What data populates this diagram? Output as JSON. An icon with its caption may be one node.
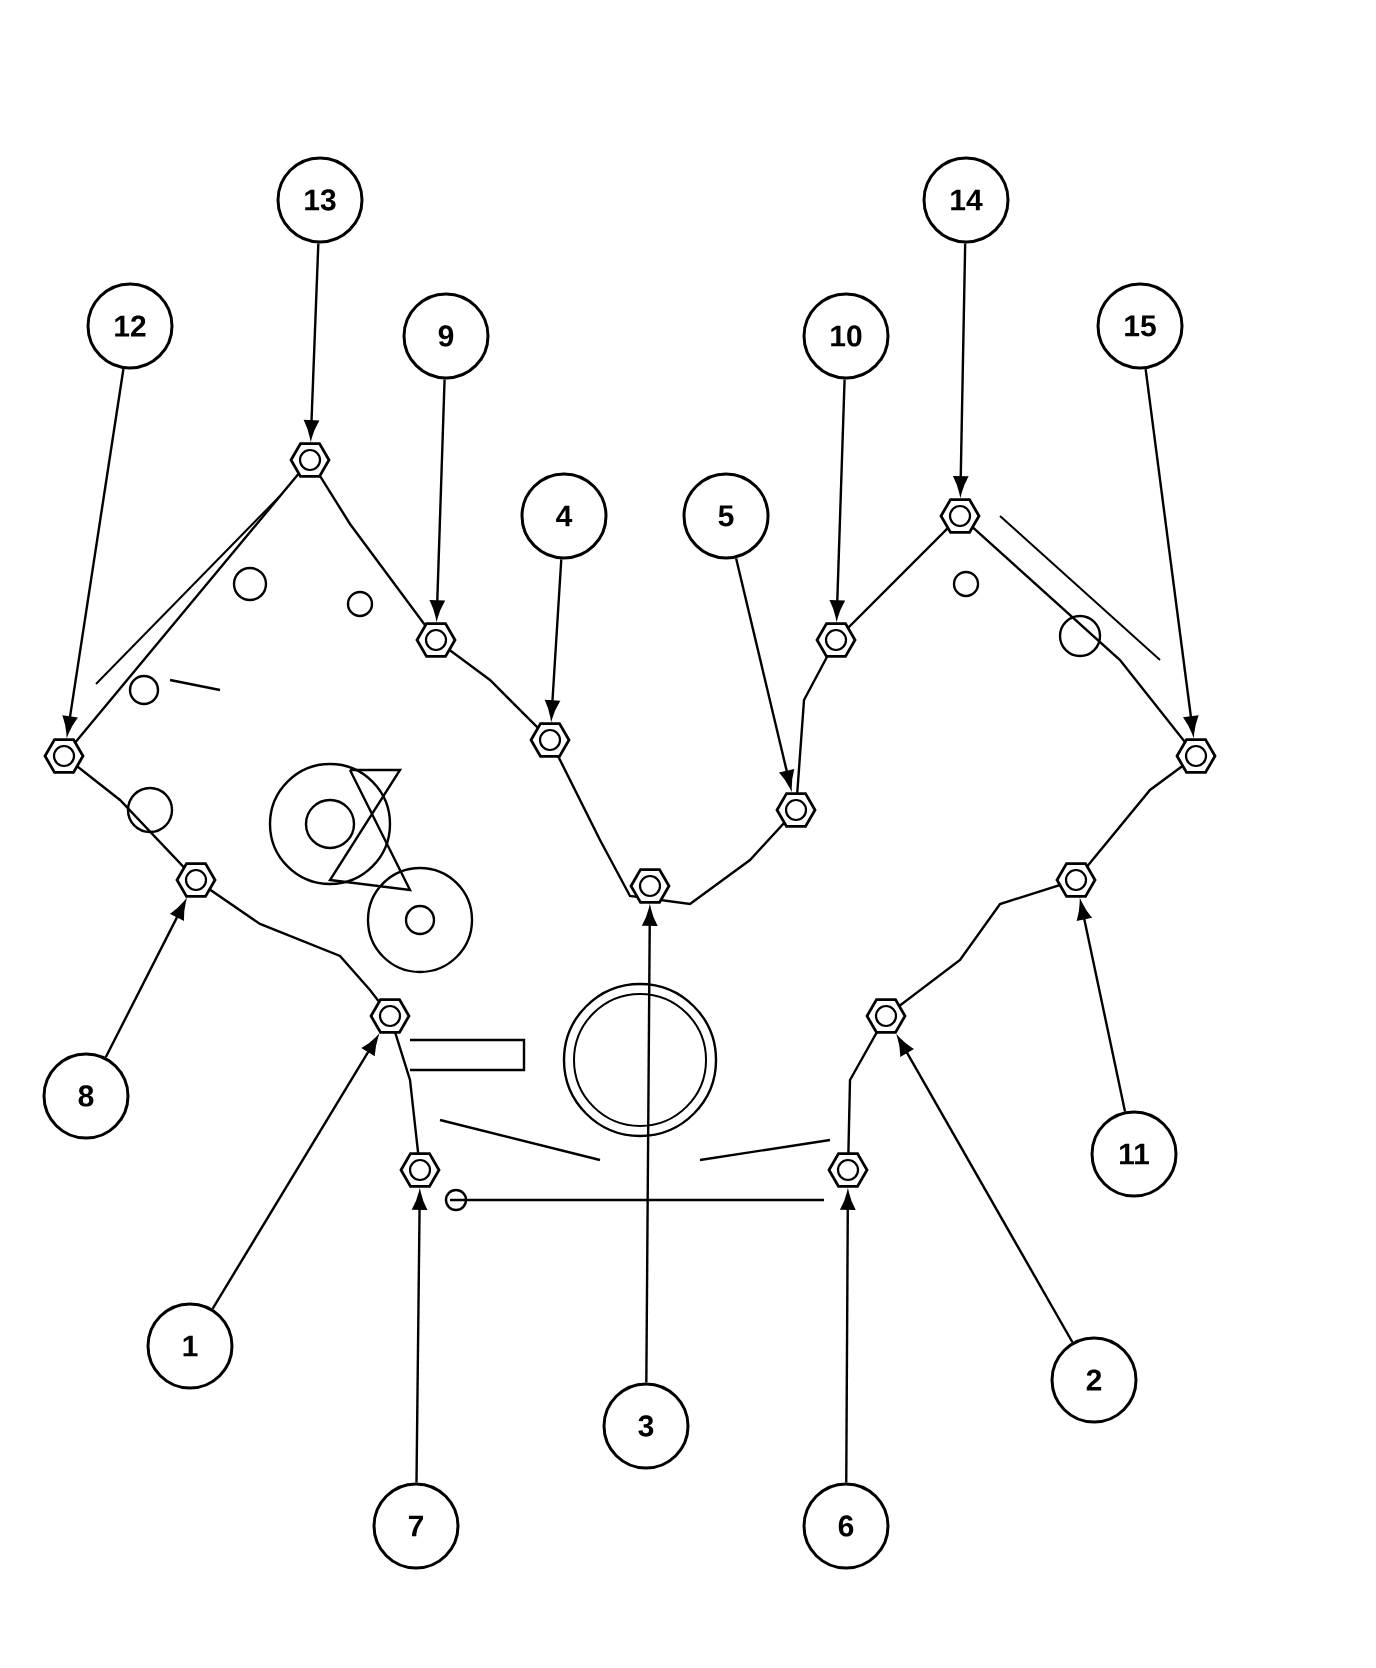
{
  "diagram": {
    "nodes": [
      {
        "text": [
          "13"
        ]
      },
      {
        "text": [
          "14"
        ]
      },
      {
        "text": [
          "12"
        ]
      },
      {
        "text": [
          "9"
        ]
      },
      {
        "text": [
          "10"
        ]
      },
      {
        "text": [
          "15"
        ]
      },
      {
        "text": [
          "4"
        ]
      },
      {
        "text": [
          "5"
        ]
      },
      {
        "text": [
          "8"
        ]
      },
      {
        "text": [
          "11"
        ]
      },
      {
        "text": [
          "1"
        ]
      },
      {
        "text": [
          "2"
        ]
      },
      {
        "text": [
          "3"
        ]
      },
      {
        "text": [
          "7"
        ]
      },
      {
        "text": [
          "6"
        ]
      },
      {
        "text": [],
        "shape": "bolt"
      },
      {
        "text": [],
        "shape": "bolt"
      },
      {
        "text": [],
        "shape": "bolt"
      },
      {
        "text": [],
        "shape": "bolt"
      },
      {
        "text": [],
        "shape": "bolt"
      },
      {
        "text": [],
        "shape": "bolt"
      },
      {
        "text": [],
        "shape": "bolt"
      },
      {
        "text": [],
        "shape": "bolt"
      },
      {
        "text": [],
        "shape": "bolt"
      },
      {
        "text": [],
        "shape": "bolt"
      },
      {
        "text": [],
        "shape": "bolt"
      },
      {
        "text": [],
        "shape": "bolt"
      },
      {
        "text": [],
        "shape": "bolt"
      },
      {
        "text": [],
        "shape": "bolt"
      },
      {
        "text": [],
        "shape": "bolt"
      }
    ],
    "edges": [
      {
        "from": 0,
        "to": 15,
        "arrow": "to"
      },
      {
        "from": 1,
        "to": 16,
        "arrow": "to"
      },
      {
        "from": 2,
        "to": 17,
        "arrow": "to"
      },
      {
        "from": 3,
        "to": 18,
        "arrow": "to"
      },
      {
        "from": 4,
        "to": 19,
        "arrow": "to"
      },
      {
        "from": 5,
        "to": 20,
        "arrow": "to"
      },
      {
        "from": 6,
        "to": 21,
        "arrow": "to"
      },
      {
        "from": 7,
        "to": 22,
        "arrow": "to"
      },
      {
        "from": 8,
        "to": 23,
        "arrow": "to"
      },
      {
        "from": 9,
        "to": 24,
        "arrow": "to"
      },
      {
        "from": 10,
        "to": 25,
        "arrow": "to"
      },
      {
        "from": 11,
        "to": 26,
        "arrow": "to"
      },
      {
        "from": 12,
        "to": 27,
        "arrow": "to"
      },
      {
        "from": 13,
        "to": 28,
        "arrow": "to"
      },
      {
        "from": 14,
        "to": 29,
        "arrow": "to"
      }
    ]
  }
}
